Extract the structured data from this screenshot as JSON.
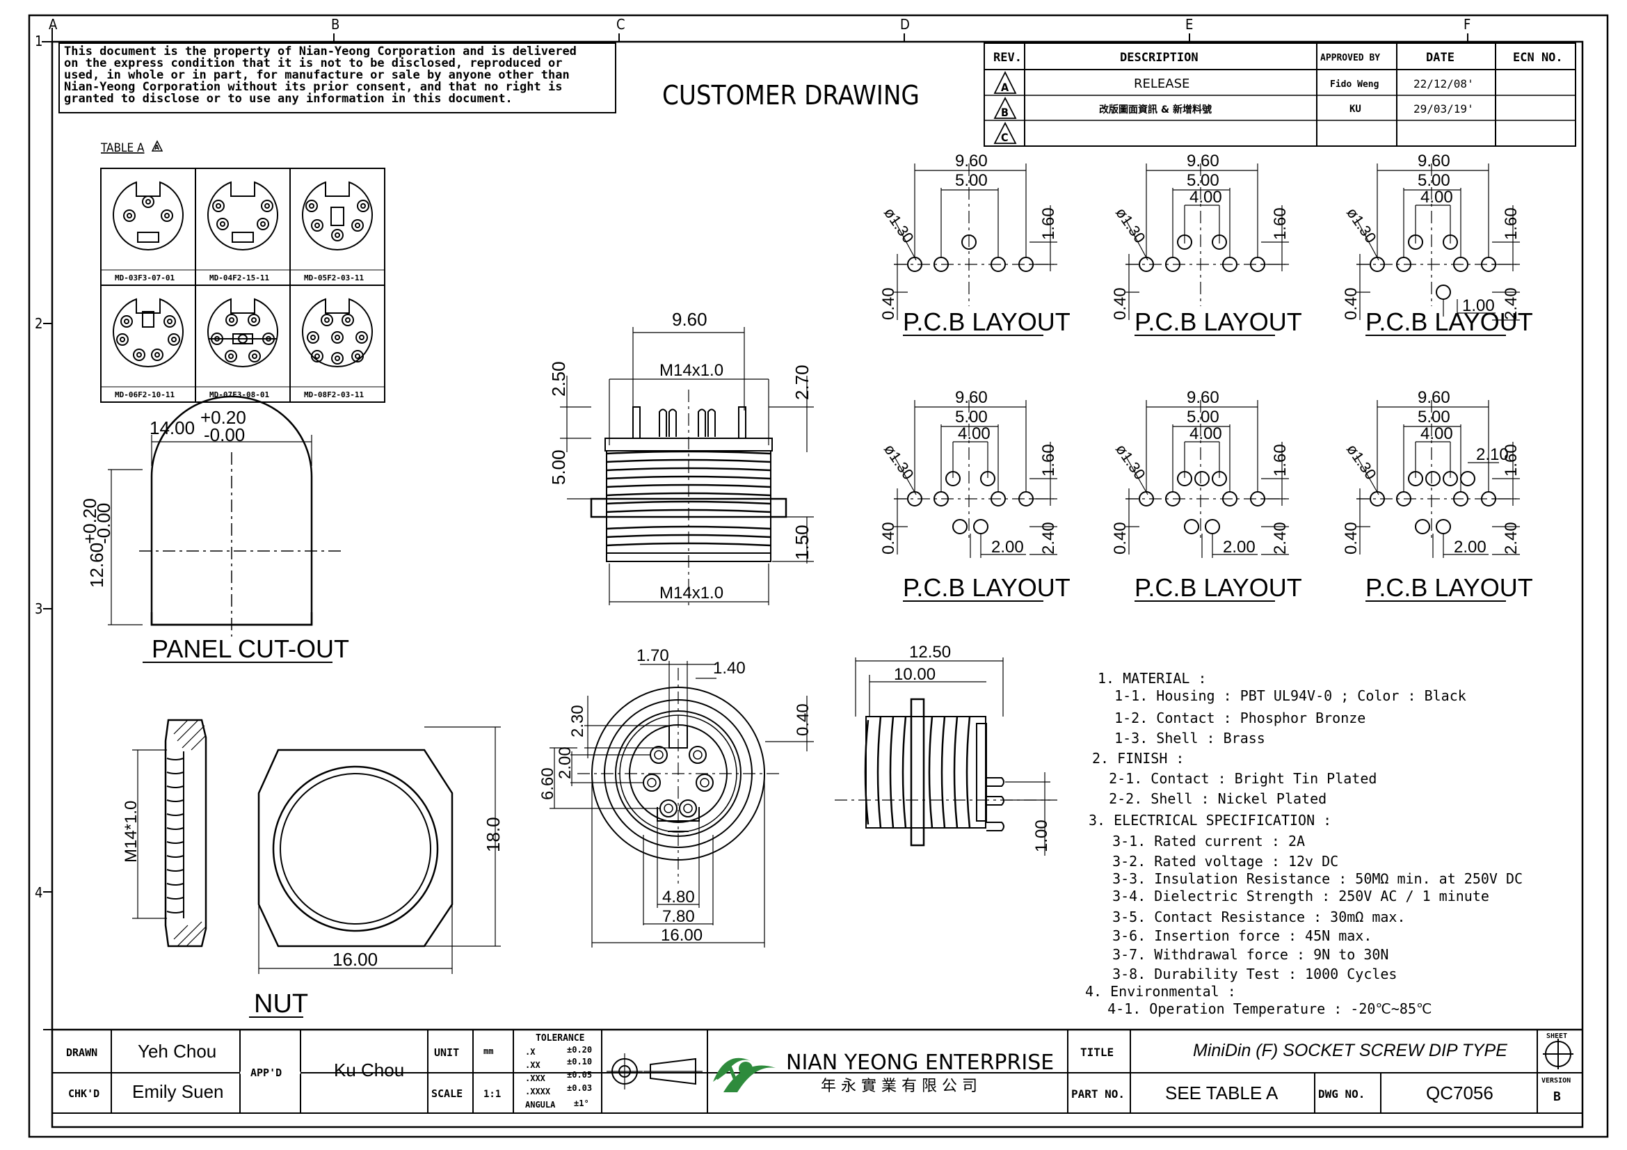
{
  "border": {
    "col_letters": [
      "A",
      "B",
      "C",
      "D",
      "E",
      "F"
    ],
    "row_numbers": [
      "1",
      "2",
      "3",
      "4"
    ]
  },
  "notice": [
    "This document is the property of Nian-Yeong Corporation and is delivered",
    "on  the  express condition that it is not to be disclosed, reproduced or",
    "used, in whole or in part, for manufacture or sale by anyone other than",
    "Nian-Yeong Corporation without  its prior consent, and that  no right  is",
    "granted to disclose or to use any information in this  document."
  ],
  "title_main": "CUSTOMER  DRAWING",
  "revision_table": {
    "headers": [
      "REV.",
      "DESCRIPTION",
      "APPROVED BY",
      "DATE",
      "ECN NO."
    ],
    "rows": [
      {
        "rev": "A",
        "description": "RELEASE",
        "approved": "Fido Weng",
        "date": "22/12/08'",
        "ecn": ""
      },
      {
        "rev": "B",
        "description": "改版圖面資訊 & 新增料號",
        "approved": "KU",
        "date": "29/03/19'",
        "ecn": ""
      },
      {
        "rev": "C",
        "description": "",
        "approved": "",
        "date": "",
        "ecn": ""
      }
    ]
  },
  "table_a": {
    "title": "TABLE A",
    "rev_mark": "A",
    "items": [
      "MD-03F3-07-01",
      "MD-04F2-15-11",
      "MD-05F2-03-11",
      "MD-06F2-10-11",
      "MD-07F3-08-01",
      "MD-08F2-03-11"
    ]
  },
  "pcb_layouts": [
    {
      "label": "P.C.B  LAYOUT",
      "d1": "9.60",
      "d2": "5.00",
      "d3": "",
      "d4": "1.60",
      "dia": "ø1.30",
      "d5": "0.40",
      "d6": "",
      "d7": ""
    },
    {
      "label": "P.C.B  LAYOUT",
      "d1": "9.60",
      "d2": "5.00",
      "d3": "4.00",
      "d4": "1.60",
      "dia": "ø1.30",
      "d5": "0.40",
      "d6": "",
      "d7": ""
    },
    {
      "label": "P.C.B  LAYOUT",
      "d1": "9.60",
      "d2": "5.00",
      "d3": "4.00",
      "d4": "1.60",
      "dia": "ø1.30",
      "d5": "0.40",
      "d6": "1.00",
      "d7": "2.40"
    },
    {
      "label": "P.C.B  LAYOUT",
      "d1": "9.60",
      "d2": "5.00",
      "d3": "4.00",
      "d4": "1.60",
      "dia": "ø1.30",
      "d5": "0.40",
      "d6": "2.00",
      "d7": "2.40"
    },
    {
      "label": "P.C.B  LAYOUT",
      "d1": "9.60",
      "d2": "5.00",
      "d3": "4.00",
      "d4": "1.60",
      "dia": "ø1.30",
      "d5": "0.40",
      "d6": "2.00",
      "d7": "2.40"
    },
    {
      "label": "P.C.B  LAYOUT",
      "d1": "9.60",
      "d2": "5.00",
      "d3": "4.00",
      "d4": "1.60",
      "dia": "ø1.30",
      "d5": "0.40",
      "d6": "2.00",
      "d7": "2.40",
      "d8": "2.10"
    }
  ],
  "panel_cutout": {
    "label": "PANEL  CUT-OUT",
    "width": "14.00",
    "width_tol_plus": "+0.20",
    "width_tol_minus": "-0.00",
    "height": "12.60",
    "height_tol_plus": "+0.20",
    "height_tol_minus": "-0.00"
  },
  "side_view": {
    "top_width": "9.60",
    "thread_top": "M14x1.0",
    "thread_bottom": "M14x1.0",
    "d_2_50": "2.50",
    "d_2_70": "2.70",
    "d_5_00": "5.00",
    "d_1_50": "1.50"
  },
  "front_view": {
    "d_1_70": "1.70",
    "d_1_40": "1.40",
    "d_2_30": "2.30",
    "d_0_40": "0.40",
    "d_6_60": "6.60",
    "d_2_00": "2.00",
    "d_4_80": "4.80",
    "d_7_80": "7.80",
    "d_16_00": "16.00"
  },
  "right_view": {
    "d_12_50": "12.50",
    "d_10_00": "10.00",
    "d_1_00": "1.00"
  },
  "nut": {
    "label": "NUT",
    "thread": "M14*1.0",
    "width": "16.00",
    "height": "18.0"
  },
  "specs": [
    "1. MATERIAL :",
    "  1-1. Housing : PBT UL94V-0 ; Color : Black",
    "  1-2. Contact : Phosphor Bronze",
    "  1-3. Shell : Brass",
    "2. FINISH :",
    "  2-1. Contact : Bright Tin Plated",
    "  2-2. Shell : Nickel Plated",
    "3. ELECTRICAL SPECIFICATION :",
    "  3-1. Rated current : 2A",
    "  3-2. Rated voltage : 12v DC",
    "  3-3. Insulation Resistance : 50MΩ min. at 250V DC",
    "  3-4. Dielectric Strength : 250V AC / 1 minute",
    "  3-5. Contact Resistance : 30mΩ max.",
    "  3-6. Insertion force : 45N max.",
    "  3-7. Withdrawal force : 9N to 30N",
    "  3-8. Durability Test : 1000 Cycles",
    "4. Environmental :",
    "  4-1. Operation Temperature : -20℃~85℃"
  ],
  "title_block": {
    "drawn_label": "DRAWN",
    "drawn": "Yeh Chou",
    "chkd_label": "CHK'D",
    "chkd": "Emily Suen",
    "appd_label": "APP'D",
    "appd": "Ku Chou",
    "unit_label": "UNIT",
    "unit": "mm",
    "scale_label": "SCALE",
    "scale": "1:1",
    "tolerance_label": "TOLERANCE",
    "tolerances": [
      {
        "k": ".X",
        "v": "±0.20"
      },
      {
        "k": ".XX",
        "v": "±0.10"
      },
      {
        "k": ".XXX",
        "v": "±0.05"
      },
      {
        "k": ".XXXX",
        "v": "±0.03"
      },
      {
        "k": "ANGULA",
        "v": "±1°"
      }
    ],
    "company": "NIAN YEONG ENTERPRISE",
    "company_cn": "年 永 實 業 有 限 公 司",
    "title_label": "TITLE",
    "title": "MiniDin (F) SOCKET SCREW DIP TYPE",
    "part_label": "PART NO.",
    "part": "SEE TABLE A",
    "dwg_label": "DWG NO.",
    "dwg": "QC7056",
    "sheet_label": "SHEET",
    "version_label": "VERSION",
    "version": "B"
  }
}
